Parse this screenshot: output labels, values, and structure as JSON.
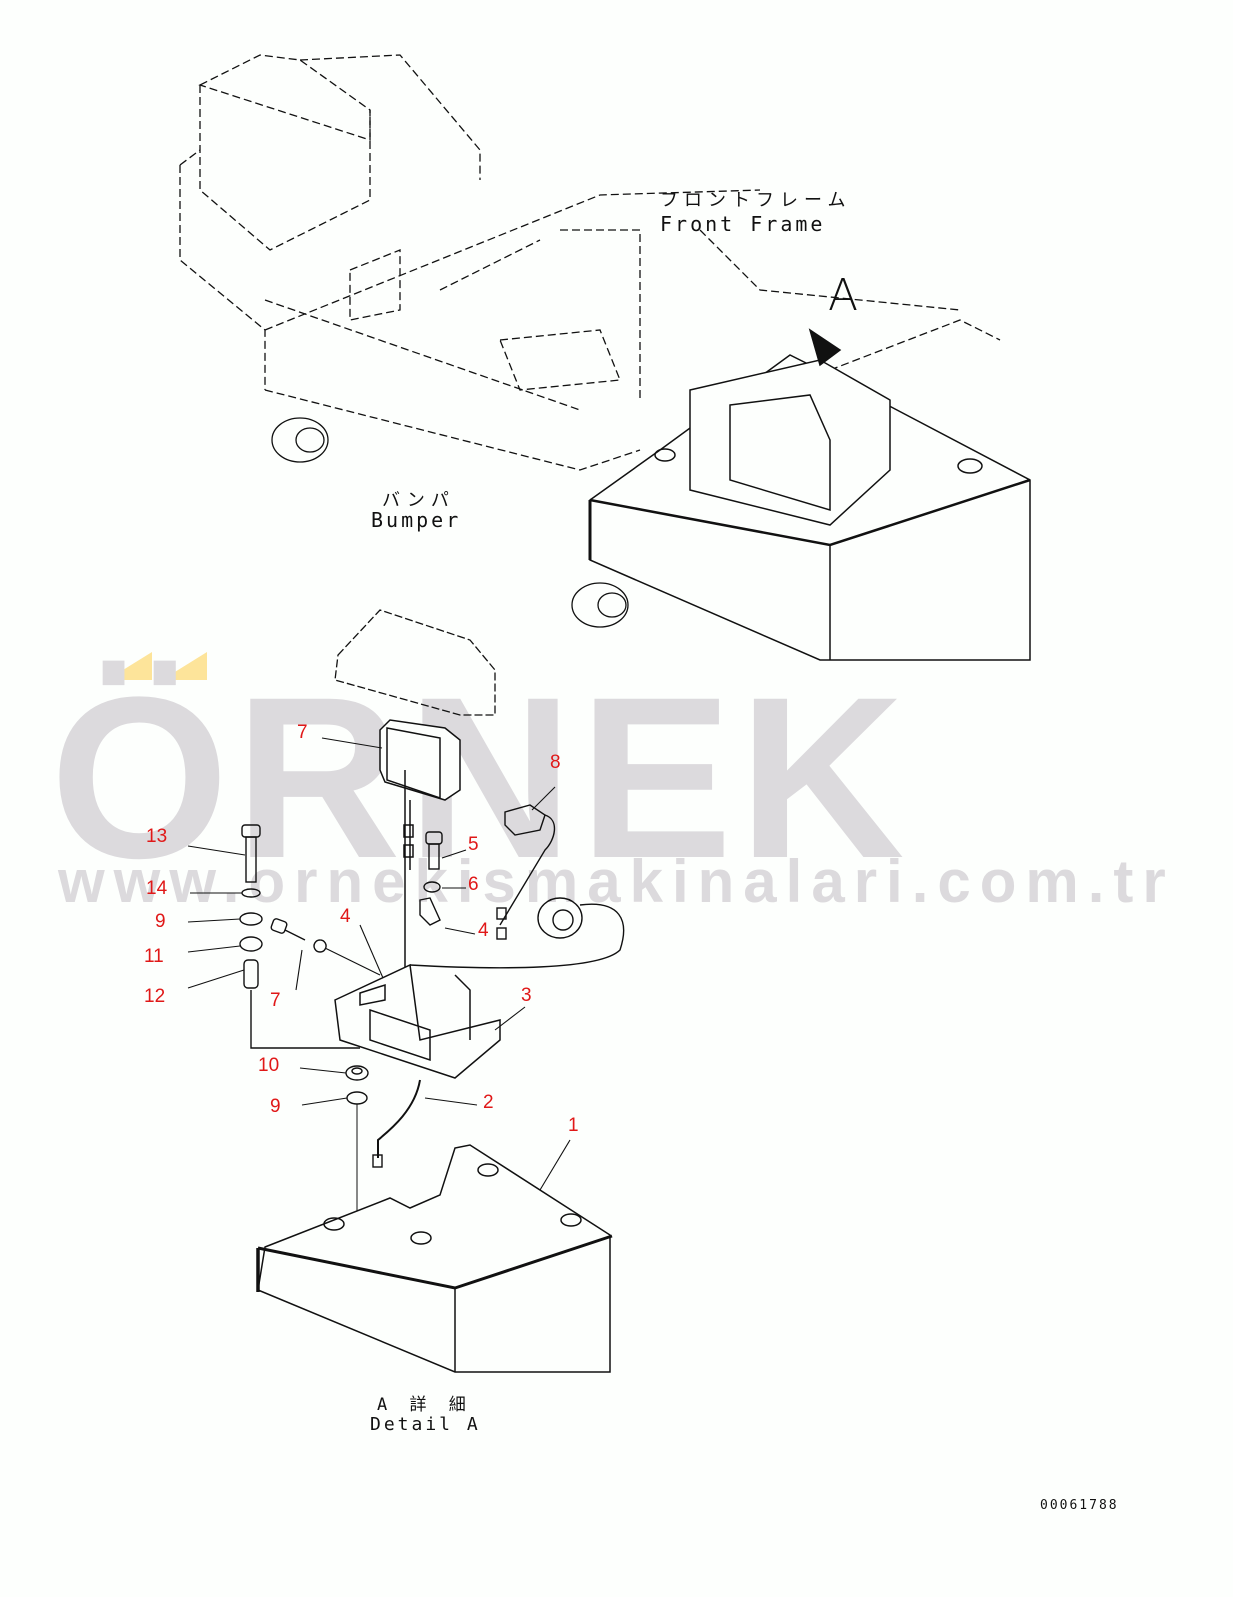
{
  "watermark": {
    "brand": "ÖRNEK",
    "url": "www.ornekismakinalari.com.tr",
    "accent_color": "#fde49a",
    "text_color": "#dcdadd"
  },
  "main_view": {
    "front_frame_label_jp": "フロントフレーム",
    "front_frame_label_en": "Front Frame",
    "bumper_label_jp": "バンパ",
    "bumper_label_en": "Bumper",
    "view_marker": "A"
  },
  "detail_view": {
    "title_jp": "A 詳 細",
    "title_en": "Detail A",
    "callouts": [
      {
        "number": "7",
        "part": "lamp"
      },
      {
        "number": "8",
        "part": "connector"
      },
      {
        "number": "13",
        "part": "bolt"
      },
      {
        "number": "5",
        "part": "bolt"
      },
      {
        "number": "14",
        "part": "washer"
      },
      {
        "number": "6",
        "part": "washer"
      },
      {
        "number": "9",
        "part": "washer"
      },
      {
        "number": "4",
        "part": "bracket"
      },
      {
        "number": "4",
        "part": "bracket"
      },
      {
        "number": "11",
        "part": "spacer"
      },
      {
        "number": "12",
        "part": "collar"
      },
      {
        "number": "7",
        "part": "lamp-bolt-group"
      },
      {
        "number": "3",
        "part": "lamp-bracket"
      },
      {
        "number": "10",
        "part": "nut"
      },
      {
        "number": "9",
        "part": "washer"
      },
      {
        "number": "2",
        "part": "wiring-harness"
      },
      {
        "number": "1",
        "part": "counterweight-bumper"
      }
    ],
    "callout_color": "#e01818"
  },
  "document_id": "00061788"
}
